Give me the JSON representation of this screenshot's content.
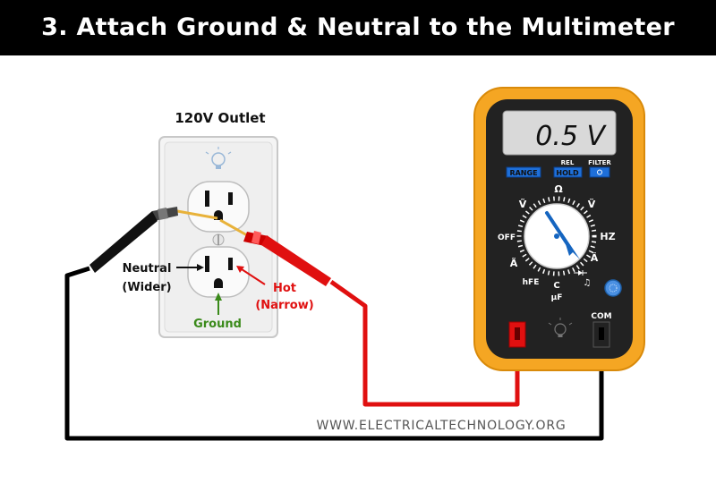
{
  "title": "3. Attach Ground & Neutral to the Multimeter",
  "outlet": {
    "label": "120V Outlet",
    "neutral_label_1": "Neutral",
    "neutral_label_2": "(Wider)",
    "hot_label_1": "Hot",
    "hot_label_2": "(Narrow)",
    "ground_label": "Ground"
  },
  "multimeter": {
    "display_value": "0.5 V",
    "buttons": {
      "range": "RANGE",
      "hold": "HOLD",
      "rel": "REL",
      "filter": "FILTER"
    },
    "dial": {
      "ohm": "Ω",
      "v_ac": "Ṽ",
      "v_dc": "V̈",
      "off": "OFF",
      "hz": "HZ",
      "a_ac": "Ã",
      "a_dc": "Ä",
      "hfe": "hFE",
      "c": "C",
      "uf": "μF"
    },
    "com_label": "COM"
  },
  "watermark": "WWW.ELECTRICALTECHNOLOGY.ORG",
  "colors": {
    "meter_orange": "#f5a623",
    "display_bg": "#d9d9d9",
    "probe_red": "#e01010",
    "probe_black": "#111111",
    "ground_green": "#3a8a1a",
    "hot_red": "#e01010",
    "button_blue": "#1e6fd9"
  }
}
